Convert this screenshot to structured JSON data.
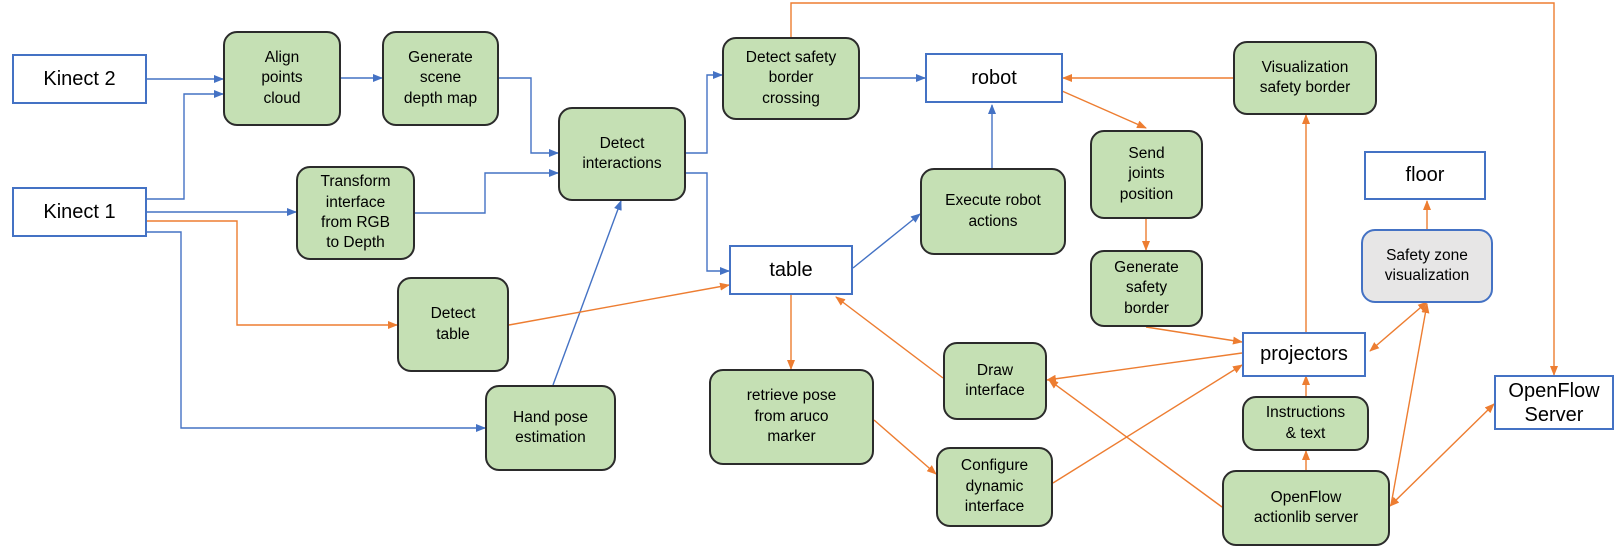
{
  "colors": {
    "blue": "#4472C4",
    "orange": "#ED7D31",
    "green_fill": "#C5E0B4",
    "gray_fill": "#E7E6E6"
  },
  "nodes": {
    "kinect2": "Kinect 2",
    "kinect1": "Kinect 1",
    "align": "Align\npoints\ncloud",
    "gen_depth": "Generate\nscene\ndepth map",
    "transform": "Transform\ninterface\nfrom RGB\nto Depth",
    "detect_table": "Detect\ntable",
    "hand_pose": "Hand pose\nestimation",
    "detect_interactions": "Detect\ninteractions",
    "detect_safety": "Detect safety\nborder\ncrossing",
    "robot": "robot",
    "table": "table",
    "execute": "Execute robot\nactions",
    "retrieve": "retrieve pose\nfrom aruco\nmarker",
    "configure": "Configure\ndynamic\ninterface",
    "draw": "Draw\ninterface",
    "send_joints": "Send\njoints\nposition",
    "gen_safety": "Generate\nsafety\nborder",
    "vis_safety": "Visualization\nsafety border",
    "floor": "floor",
    "safety_zone": "Safety zone\nvisualization",
    "projectors": "projectors",
    "instructions": "Instructions\n& text",
    "of_actionlib": "OpenFlow\nactionlib server",
    "of_server": "OpenFlow\nServer"
  }
}
